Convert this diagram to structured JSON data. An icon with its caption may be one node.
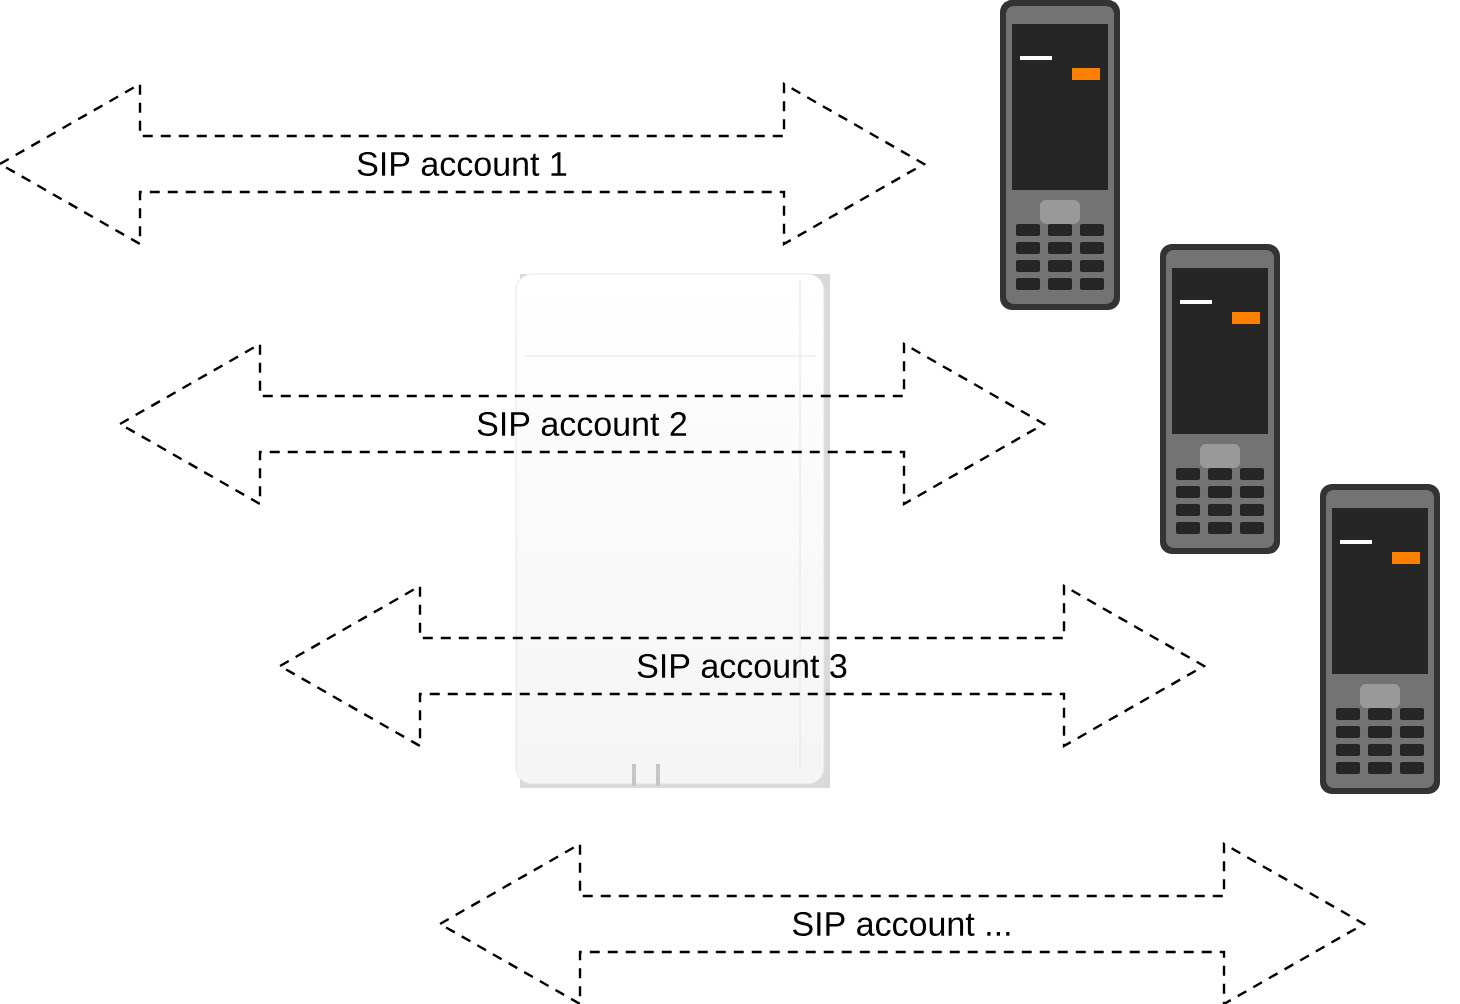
{
  "diagram": {
    "nodes": [
      {
        "text": [
          "SIP account 1"
        ]
      },
      {
        "text": [
          "SIP account 2"
        ]
      },
      {
        "text": [
          "SIP account 3"
        ]
      },
      {
        "text": [
          "SIP account ..."
        ]
      }
    ]
  }
}
